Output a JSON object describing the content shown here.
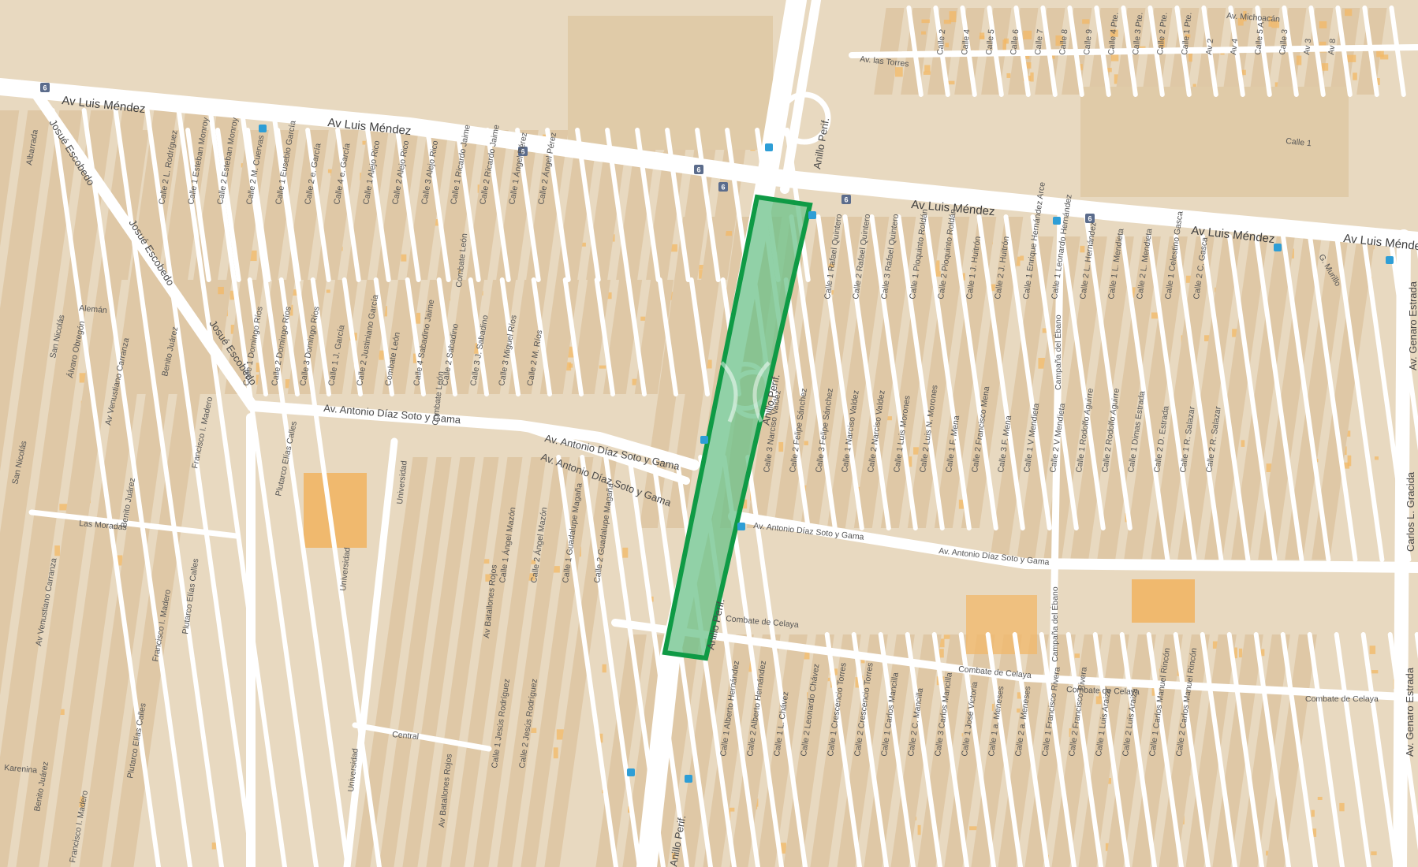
{
  "map": {
    "colors": {
      "land": "#e8d9c0",
      "block": "#dfc8a6",
      "building": "#f3b865",
      "road": "#ffffff",
      "highlight_stroke": "#0f9a45",
      "highlight_fill": "#6cc18a",
      "shield": "#5b6c8c",
      "transit": "#2e9ed6"
    },
    "labels": {
      "av_luis_mendez": "Av Luis Méndez",
      "av_luis_mendez_right": "Av Luis Méndez",
      "josue_escobedo": "Josué Escobedo",
      "av_antonio_diaz": "Av. Antonio Díaz Soto y Gama",
      "anillo_perif": "Anillo Perif.",
      "combate_de_celaya": "Combate de Celaya",
      "av_genaro_estrada": "Av. Genaro Estrada",
      "carlos_l_gracida": "Carlos L. Gracida",
      "campana_del_ebano": "Campaña del Ébano",
      "universidad": "Universidad",
      "central": "Central",
      "las_moradas": "Las Moradas",
      "aleman": "Alemán",
      "av_batallones_rojos": "Av Batallones Rojos",
      "av_venustiano_carranza": "Av Venustiano Carranza",
      "plutarco_elias_calles": "Plutarco Elías Calles",
      "francisco_i_madero": "Francisco I. Madero",
      "benito_juarez": "Benito Juárez",
      "alvaro_obregon": "Álvaro Obregón",
      "san_nicolas": "San Nicolás",
      "karenina": "Karenina",
      "albarrada": "Albarrada",
      "av_las_torres": "Av. las Torres",
      "av_michoacan": "Av. Michoacán",
      "calle_1": "Calle 1",
      "combate_leon": "Combate León",
      "g_murillo": "G. Murillo"
    },
    "shields": {
      "route_6": "6"
    },
    "calles_top": [
      "Calle 2 L. Rodríguez",
      "Calle 1 Esteban Monroy",
      "Calle 2 Esteban Monroy",
      "Calle 2 M. Cuervas",
      "Calle 1 Eusebio García",
      "Calle 2 e. García",
      "Calle 4 e. García",
      "Calle 1 Alejo Rico",
      "Calle 2 Alejo Rico",
      "Calle 3 Alejo Rico",
      "Calle 1 Ricardo Jaime",
      "Calle 2 Ricardo Jaime",
      "Calle 1 Ángel Pérez",
      "Calle 2 Ángel Pérez",
      "Calle 1 Rafael Quintero",
      "Calle 2 Rafael Quintero",
      "Calle 3 Rafael Quintero",
      "Calle 1 Pioquinto Roldán",
      "Calle 2 Pioquinto Roldán",
      "Calle 1 J. Huitrón",
      "Calle 2 J. Huitrón",
      "Calle 1 Enrique Hernández Arce",
      "Calle 1 Leonardo Hernández",
      "Calle 2 L. Hernández",
      "Calle 1 L. Mendieta",
      "Calle 2 L. Mendieta",
      "Calle 1 Celestino Gasca",
      "Calle 2 C. Gasca"
    ],
    "calles_mid": [
      "Calle 1 Domingo Ríos",
      "Calle 2 Domingo Ríos",
      "Calle 3 Domingo Ríos",
      "Calle 1 J. García",
      "Calle 2 Justiniano García",
      "Combate León",
      "Calle 4 Sabadino Jaime",
      "Calle 2 Sabadino",
      "Calle 3 J. Sabadino",
      "Calle 3 Miguel Ríos",
      "Calle 2 M. Ríos",
      "Calle 3 Narciso Valdez",
      "Calle 2 Felipe Sánchez",
      "Calle 3 Felipe Sánchez",
      "Calle 1 Narciso Valdez",
      "Calle 2 Narciso Valdez",
      "Calle 1 Luis Morones",
      "Calle 2 Luis N. Morones",
      "Calle 1 F. Mena",
      "Calle 2 Francisco Mena",
      "Calle 3 F. Mena",
      "Calle 1 V Mendieta",
      "Calle 2 V Mendieta",
      "Calle 1 Rodolfo Aguirre",
      "Calle 2 Rodolfo Aguirre",
      "Calle 1 Dimas Estrada",
      "Calle 2 D. Estrada",
      "Calle 1 R. Salazar",
      "Calle 2 R. Salazar"
    ],
    "calles_low": [
      "Calle 1 Ángel Mazón",
      "Calle 2 Ángel Mazón",
      "Calle 1 Guadalupe Magaña",
      "Calle 2 Guadalupe Magaña",
      "Calle 1 Alberto Hernández",
      "Calle 2 Alberto Hernández",
      "Calle 1 L. Chávez",
      "Calle 2 Leonardo Chávez",
      "Calle 1 Crescencio Torres",
      "Calle 2 Crescencio Torres",
      "Calle 1 Carlos Mancilla",
      "Calle 2 C. Mancilla",
      "Calle 3 Carlos Mancilla",
      "Calle 1 José Victoria",
      "Calle 1 a. Meneses",
      "Calle 2 a. Meneses",
      "Calle 1 Francisco Rivera",
      "Calle 2 Francisco Rivera",
      "Calle 1 Luis Araiza",
      "Calle 2 Luis Araiza",
      "Calle 1 Carlos Manuel Rincón",
      "Calle 2 Carlos Manuel Rincón",
      "Calle 1 Jesús Rodríguez",
      "Calle 2 Jesús Rodríguez",
      "Av Batallones Rojos",
      "Jesús Rodríguez"
    ],
    "calles_top_right": [
      "Calle 2",
      "Calle 4",
      "Calle 5",
      "Calle 6",
      "Calle 7",
      "Calle 8",
      "Calle 9",
      "Calle 4 Pte.",
      "Calle 3 Pte.",
      "Calle 2 Pte.",
      "Calle 1 Pte.",
      "Av 2",
      "Av 4",
      "Calle 5 A",
      "Calle 3",
      "Av 3",
      "Av 8"
    ]
  }
}
